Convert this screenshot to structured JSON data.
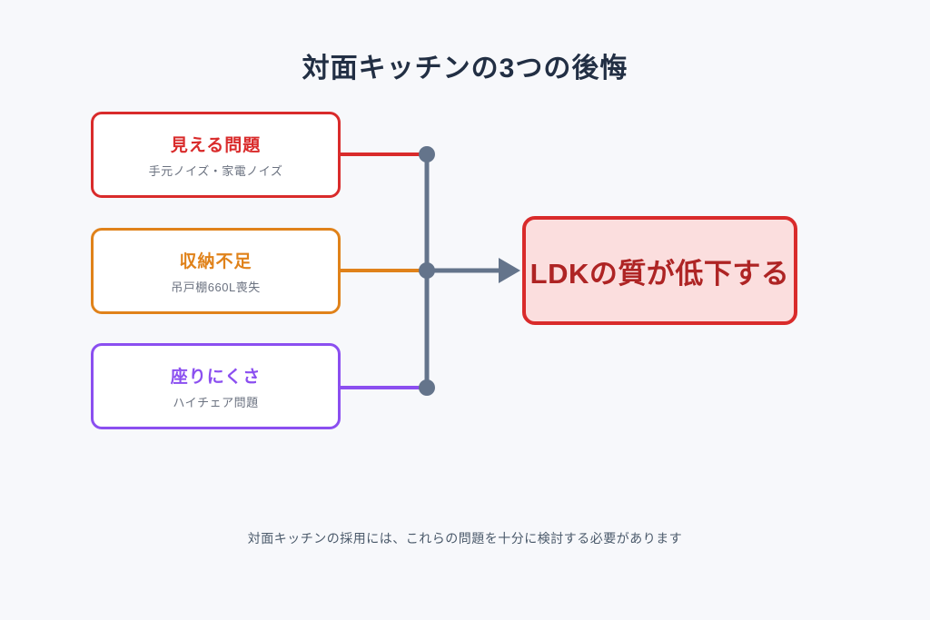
{
  "title": "対面キッチンの3つの後悔",
  "causes": [
    {
      "label": "見える問題",
      "sublabel": "手元ノイズ・家電ノイズ",
      "color": "#d92b2b"
    },
    {
      "label": "収納不足",
      "sublabel": "吊戸棚660L喪失",
      "color": "#e0821a"
    },
    {
      "label": "座りにくさ",
      "sublabel": "ハイチェア問題",
      "color": "#8b4ff0"
    }
  ],
  "result": {
    "label": "LDKの質が低下する",
    "border_color": "#d92b2b",
    "bg_color": "#fbdede",
    "text_color": "#ae2424"
  },
  "footer": "対面キッチンの採用には、これらの問題を十分に検討する必要があります",
  "connector_color": "#64748b"
}
